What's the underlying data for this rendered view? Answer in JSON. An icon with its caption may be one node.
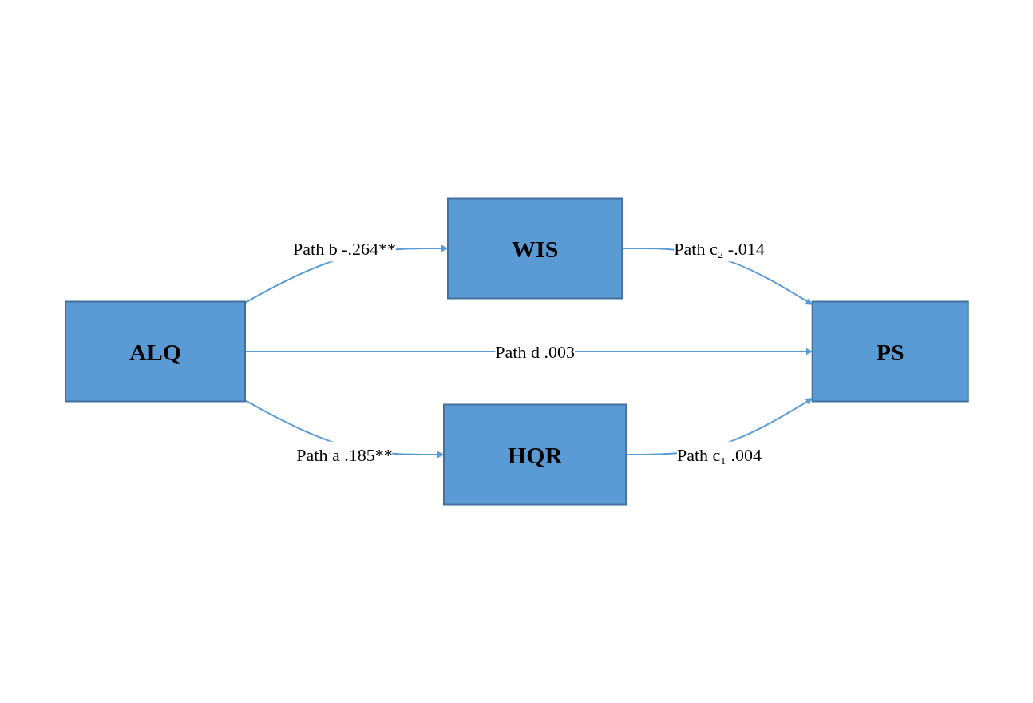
{
  "diagram": {
    "nodes": [
      {
        "text": [
          "WIS"
        ]
      },
      {
        "text": [
          "ALQ"
        ]
      },
      {
        "text": [
          "PS"
        ]
      },
      {
        "text": [
          "HQR"
        ]
      }
    ],
    "edges": [
      {
        "from": 1,
        "to": 0,
        "arrow": "to",
        "label": "Path b -.264**"
      },
      {
        "from": 0,
        "to": 2,
        "arrow": "to",
        "label": "Path c₂ -.014"
      },
      {
        "from": 1,
        "to": 2,
        "arrow": "to",
        "label": "Path d .003"
      },
      {
        "from": 1,
        "to": 3,
        "arrow": "to",
        "label": "Path a .185**"
      },
      {
        "from": 3,
        "to": 2,
        "arrow": "to",
        "label": "Path c₁ .004"
      }
    ]
  }
}
